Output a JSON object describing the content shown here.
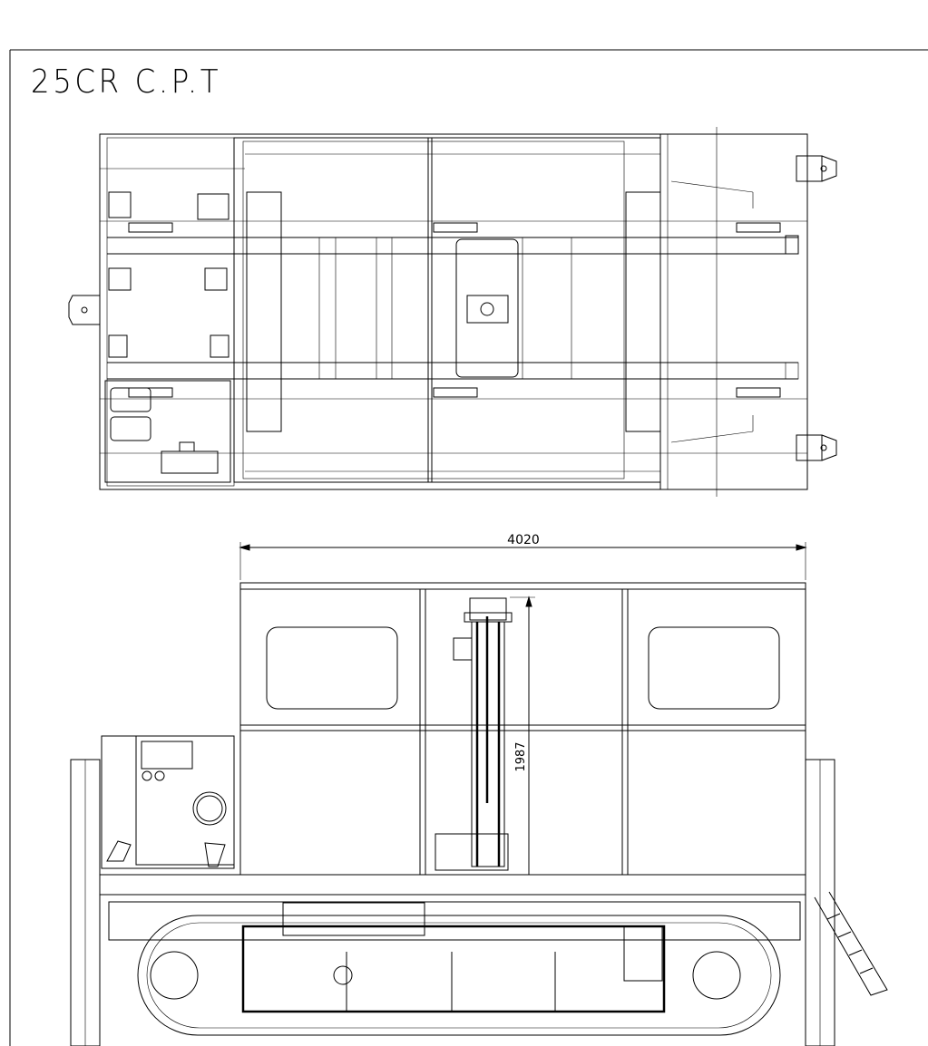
{
  "title": "25CR C.P.T",
  "dimensions": {
    "width_label": "4020",
    "height_label": "1987"
  },
  "colors": {
    "line": "#000000",
    "background": "#ffffff"
  }
}
